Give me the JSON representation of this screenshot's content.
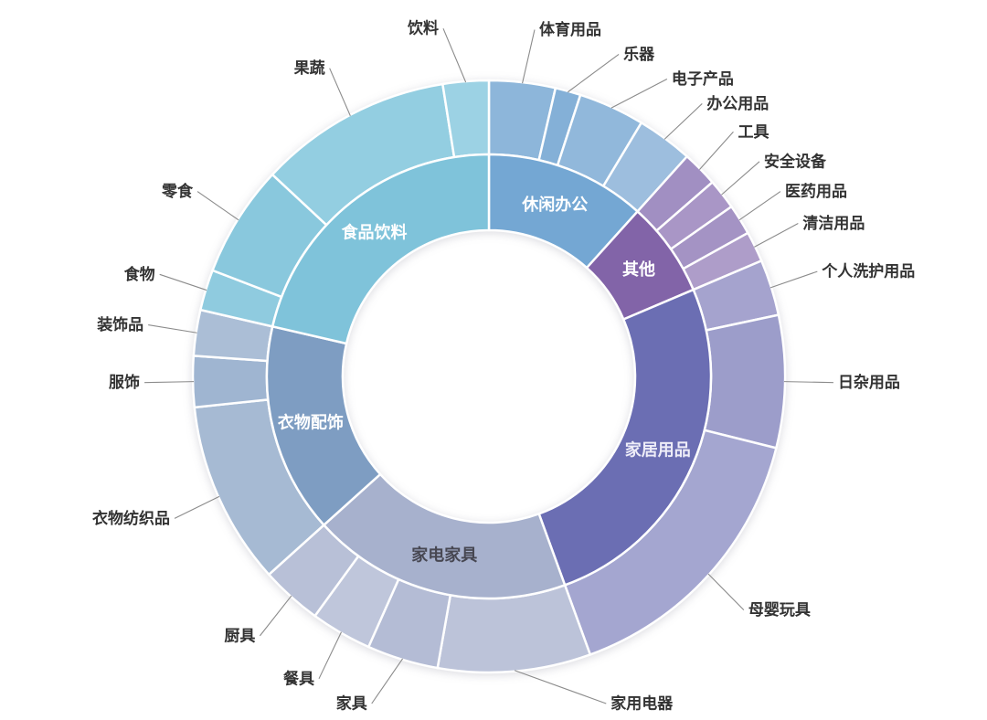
{
  "page": {
    "background": "#ffffff"
  },
  "chart_data": {
    "type": "pie",
    "subtype": "sunburst-two-ring-donut",
    "units": "degrees",
    "start_angle_deg": 0,
    "grid": false,
    "legend": "none",
    "leader_line_color": "#8b8b8b",
    "outer_label_color": "#333333",
    "categories": [
      {
        "name": "休闲办公",
        "inner_color": "#74a7d3",
        "label_color": "#ffffff",
        "children": [
          {
            "name": "体育用品",
            "angle": 13,
            "color": "#8db6da"
          },
          {
            "name": "乐器",
            "angle": 5,
            "color": "#84b0d7"
          },
          {
            "name": "电子产品",
            "angle": 13,
            "color": "#91b8db"
          },
          {
            "name": "办公用品",
            "angle": 11,
            "color": "#9dbede"
          }
        ]
      },
      {
        "name": "其他",
        "inner_color": "#8264a8",
        "label_color": "#ffffff",
        "children": [
          {
            "name": "工具",
            "angle": 7,
            "color": "#a18fc2"
          },
          {
            "name": "安全设备",
            "angle": 6,
            "color": "#a996c6"
          },
          {
            "name": "医药用品",
            "angle": 6,
            "color": "#a493c4"
          },
          {
            "name": "清洁用品",
            "angle": 6,
            "color": "#ae9dc9"
          }
        ]
      },
      {
        "name": "家居用品",
        "inner_color": "#6b6eb3",
        "label_color": "#eeedf8",
        "children": [
          {
            "name": "个人洗护用品",
            "angle": 11,
            "color": "#a5a3ce"
          },
          {
            "name": "日杂用品",
            "angle": 26,
            "color": "#9c9dca"
          },
          {
            "name": "母婴玩具",
            "angle": 56,
            "color": "#a4a6d0"
          }
        ]
      },
      {
        "name": "家电家具",
        "inner_color": "#a7b1cd",
        "label_color": "#474752",
        "children": [
          {
            "name": "家用电器",
            "angle": 30,
            "color": "#bcc3d9"
          },
          {
            "name": "家具",
            "angle": 14,
            "color": "#b4bcd5"
          },
          {
            "name": "餐具",
            "angle": 12,
            "color": "#bfc6db"
          },
          {
            "name": "厨具",
            "angle": 12,
            "color": "#b8c0d7"
          }
        ]
      },
      {
        "name": "衣物配饰",
        "inner_color": "#7e9dc2",
        "label_color": "#ffffff",
        "children": [
          {
            "name": "衣物纺织品",
            "angle": 36,
            "color": "#a6bad3"
          },
          {
            "name": "服饰",
            "angle": 10,
            "color": "#9fb5d1"
          },
          {
            "name": "装饰品",
            "angle": 9,
            "color": "#abbed6"
          }
        ]
      },
      {
        "name": "食品饮料",
        "inner_color": "#7fc3da",
        "label_color": "#ffffff",
        "children": [
          {
            "name": "食物",
            "angle": 8,
            "color": "#8fcbdf"
          },
          {
            "name": "零食",
            "angle": 22,
            "color": "#89c8dd"
          },
          {
            "name": "果蔬",
            "angle": 38,
            "color": "#93cee1"
          },
          {
            "name": "饮料",
            "angle": 9,
            "color": "#9cd2e4"
          }
        ]
      }
    ]
  }
}
